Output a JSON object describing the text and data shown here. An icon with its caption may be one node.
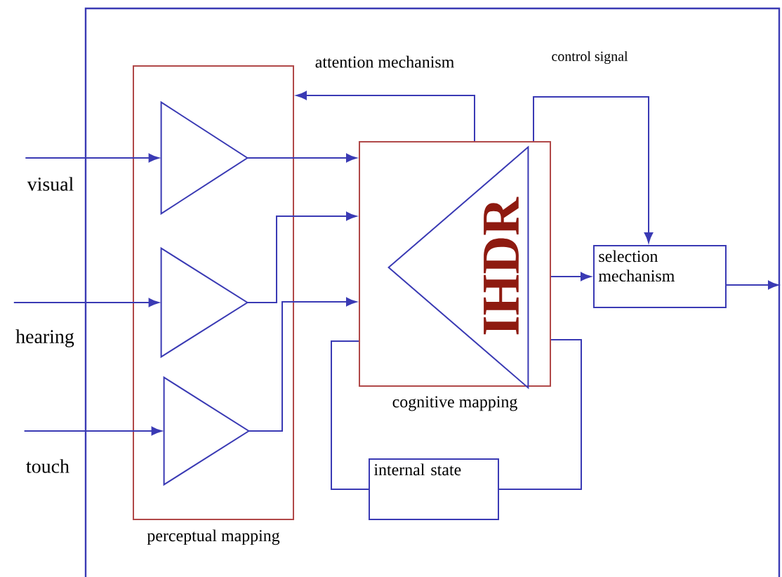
{
  "diagram": {
    "nodes": [
      {
        "text": [
          "perceptual mapping"
        ]
      },
      {
        "text": [],
        "shape": "triangle",
        "in": 0
      },
      {
        "text": [],
        "shape": "triangle",
        "in": 0
      },
      {
        "text": [],
        "shape": "triangle",
        "in": 0
      },
      {
        "text": [
          "cognitive mapping"
        ]
      },
      {
        "text": [
          "IHDR"
        ],
        "in": 4
      },
      {
        "text": [
          "selection mechanism"
        ]
      },
      {
        "text": [
          "internal state"
        ]
      },
      {
        "text": [
          "visual"
        ]
      },
      {
        "text": [
          "hearing"
        ]
      },
      {
        "text": [
          "touch"
        ]
      }
    ],
    "edges": [
      {
        "from": 8,
        "to": 1,
        "arrow": "to"
      },
      {
        "from": 9,
        "to": 2,
        "arrow": "to"
      },
      {
        "from": 10,
        "to": 3,
        "arrow": "to"
      },
      {
        "from": 1,
        "to": 4,
        "arrow": "to"
      },
      {
        "from": 2,
        "to": 4,
        "arrow": "to"
      },
      {
        "from": 3,
        "to": 4,
        "arrow": "to"
      },
      {
        "from": 4,
        "to": 0,
        "arrow": "to",
        "label": "attention mechanism"
      },
      {
        "from": 4,
        "to": 6,
        "arrow": "to",
        "label": "control signal"
      },
      {
        "from": 4,
        "to": 6,
        "arrow": "to"
      },
      {
        "from": 4,
        "to": 7,
        "arrow": "none"
      },
      {
        "from": 7,
        "to": 4,
        "arrow": "none"
      },
      {
        "from": 6,
        "to": null,
        "arrow": "to"
      }
    ]
  }
}
